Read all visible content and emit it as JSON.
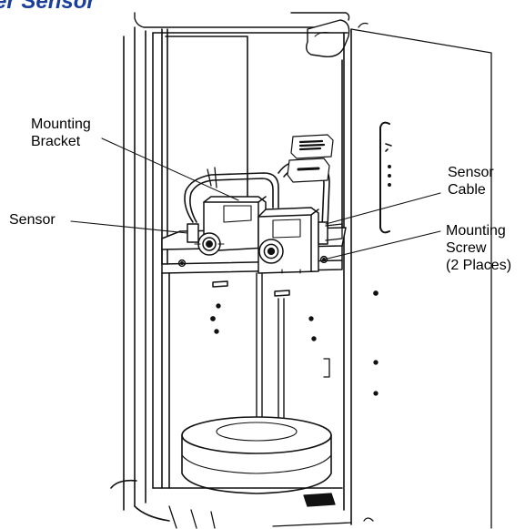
{
  "heading": "er Sensor",
  "callouts": {
    "mounting_bracket": [
      "Mounting",
      "Bracket"
    ],
    "sensor": "Sensor",
    "sensor_cable": [
      "Sensor",
      "Cable"
    ],
    "mounting_screw": [
      "Mounting",
      "Screw",
      "(2 Places)"
    ]
  },
  "colors": {
    "heading": "#1a3e9a",
    "linework": "#111111"
  }
}
